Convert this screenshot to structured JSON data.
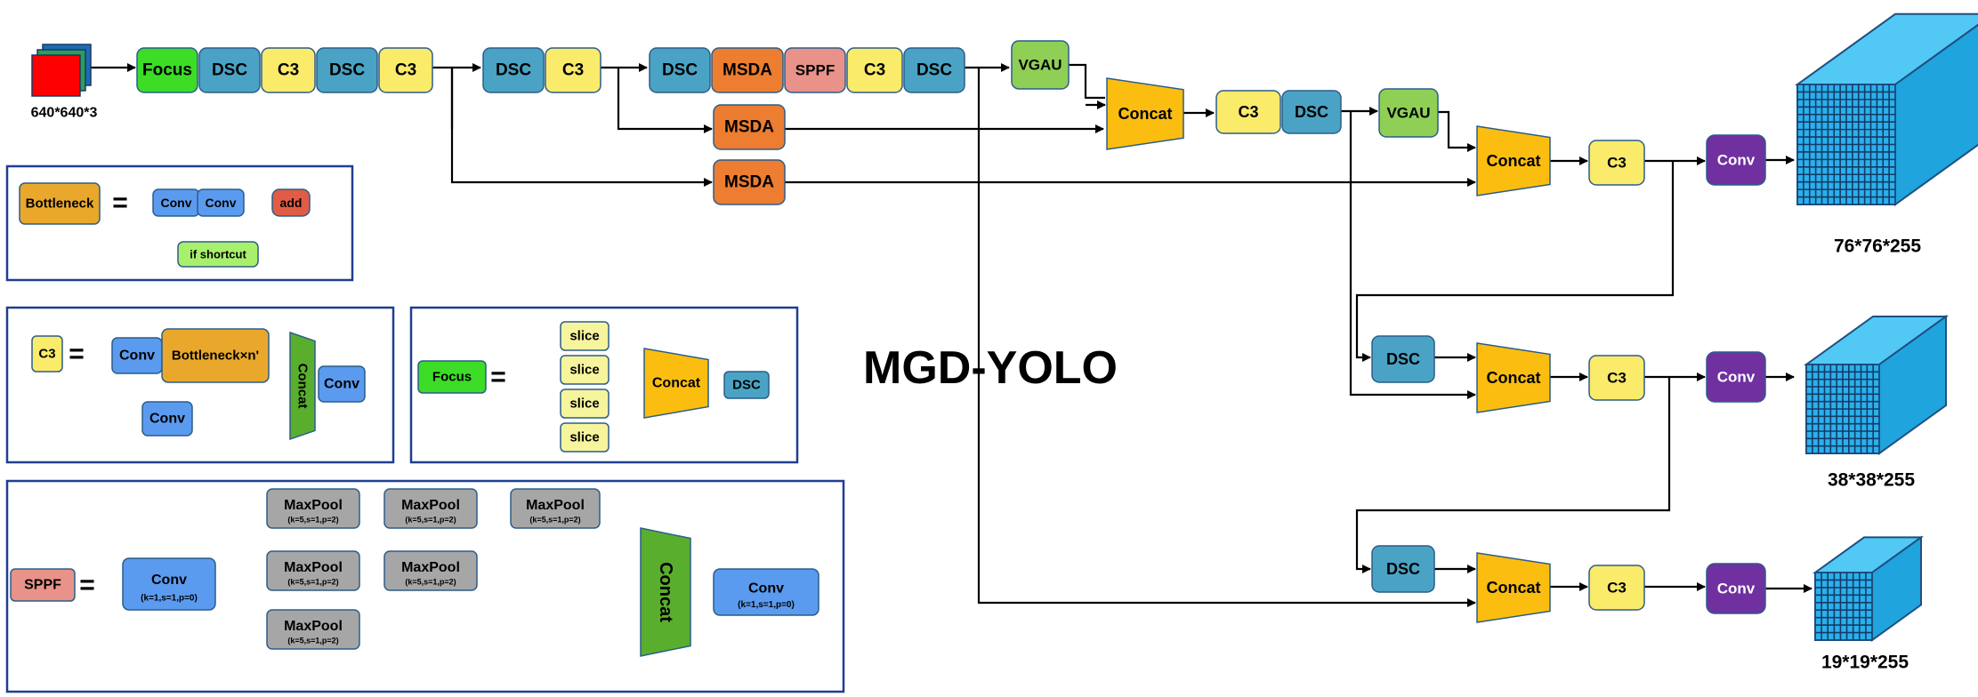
{
  "title": "MGD-YOLO",
  "input_size": "640*640*3",
  "output_sizes": [
    "76*76*255",
    "38*38*255",
    "19*19*255"
  ],
  "labels": {
    "focus": "Focus",
    "dsc": "DSC",
    "c3": "C3",
    "msda": "MSDA",
    "sppf": "SPPF",
    "vgau": "VGAU",
    "concat": "Concat",
    "conv": "Conv",
    "bottleneck": "Bottleneck",
    "add": "add",
    "if_shortcut": "if shortcut",
    "bottleneck_n": "Bottleneck×n'",
    "slice": "slice",
    "maxpool": "MaxPool",
    "maxpool_params": "(k=5,s=1,p=2)",
    "conv_params": "(k=1,s=1,p=0)",
    "equals": "="
  },
  "colors": {
    "focus": "#3ddc26",
    "dsc": "#4aa3c4",
    "c3": "#fbeb6b",
    "msda": "#ec7d31",
    "sppf": "#e8928a",
    "vgau": "#8fcf55",
    "concat": "#fbbe10",
    "conv_out": "#7030a0",
    "conv_small": "#5b9bef",
    "bottleneck": "#e9a82c",
    "add": "#e05c45",
    "if_shortcut": "#a8f06c",
    "slice": "#f6f59d",
    "maxpool": "#a6a6a6",
    "concat_green": "#5aae2e",
    "cube": "#29b1ec",
    "panel_border": "#1f3f8f"
  }
}
